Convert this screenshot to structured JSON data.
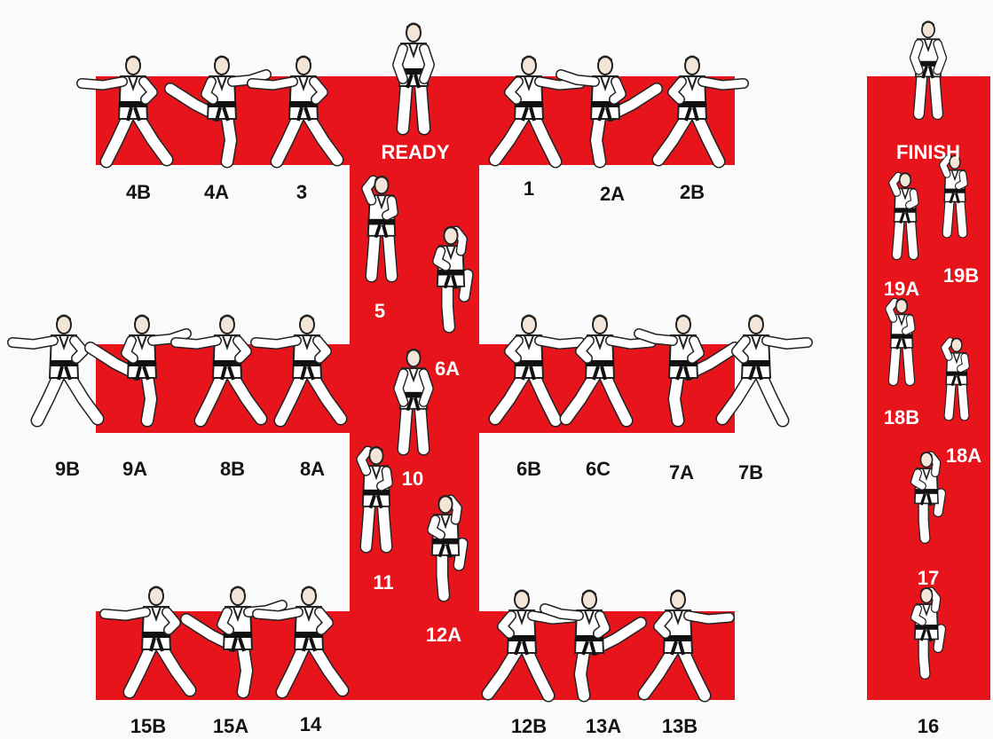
{
  "colors": {
    "mat": "#e8141c",
    "background": "#fafafa",
    "label_dark": "#151515",
    "label_light": "#ffffff",
    "uniform": "#ffffff",
    "belt": "#111111",
    "outline": "#222222"
  },
  "steps": {
    "ready": "READY",
    "finish": "FINISH",
    "s1": "1",
    "s2A": "2A",
    "s2B": "2B",
    "s3": "3",
    "s4A": "4A",
    "s4B": "4B",
    "s5": "5",
    "s6A": "6A",
    "s6B": "6B",
    "s6C": "6C",
    "s7A": "7A",
    "s7B": "7B",
    "s8A": "8A",
    "s8B": "8B",
    "s9A": "9A",
    "s9B": "9B",
    "s10": "10",
    "s11": "11",
    "s12A": "12A",
    "s12B": "12B",
    "s13A": "13A",
    "s13B": "13B",
    "s14": "14",
    "s15A": "15A",
    "s15B": "15B",
    "s16": "16",
    "s17": "17",
    "s18A": "18A",
    "s18B": "18B",
    "s19A": "19A",
    "s19B": "19B"
  },
  "figures": [
    {
      "name": "ready",
      "pose": "stand"
    },
    {
      "name": "4B",
      "pose": "punch"
    },
    {
      "name": "4A",
      "pose": "kick"
    },
    {
      "name": "3",
      "pose": "stance"
    },
    {
      "name": "1",
      "pose": "stance"
    },
    {
      "name": "2A",
      "pose": "kick"
    },
    {
      "name": "2B",
      "pose": "punch"
    },
    {
      "name": "5",
      "pose": "guard"
    },
    {
      "name": "6A",
      "pose": "chamber"
    },
    {
      "name": "10",
      "pose": "stand"
    },
    {
      "name": "11",
      "pose": "guard"
    },
    {
      "name": "12A",
      "pose": "chamber"
    },
    {
      "name": "9B",
      "pose": "punch"
    },
    {
      "name": "9A",
      "pose": "kick"
    },
    {
      "name": "8B",
      "pose": "punch"
    },
    {
      "name": "8A",
      "pose": "stance"
    },
    {
      "name": "6B",
      "pose": "stance"
    },
    {
      "name": "6C",
      "pose": "punch"
    },
    {
      "name": "7A",
      "pose": "kick"
    },
    {
      "name": "7B",
      "pose": "punch"
    },
    {
      "name": "15B",
      "pose": "punch"
    },
    {
      "name": "15A",
      "pose": "kick"
    },
    {
      "name": "14",
      "pose": "stance"
    },
    {
      "name": "12B",
      "pose": "stance"
    },
    {
      "name": "13A",
      "pose": "kick"
    },
    {
      "name": "13B",
      "pose": "punch"
    },
    {
      "name": "finish",
      "pose": "stand"
    },
    {
      "name": "19A",
      "pose": "guard"
    },
    {
      "name": "19B",
      "pose": "guard"
    },
    {
      "name": "18B",
      "pose": "guard"
    },
    {
      "name": "18A",
      "pose": "guard"
    },
    {
      "name": "17",
      "pose": "chamber"
    },
    {
      "name": "16",
      "pose": "chamber"
    }
  ]
}
